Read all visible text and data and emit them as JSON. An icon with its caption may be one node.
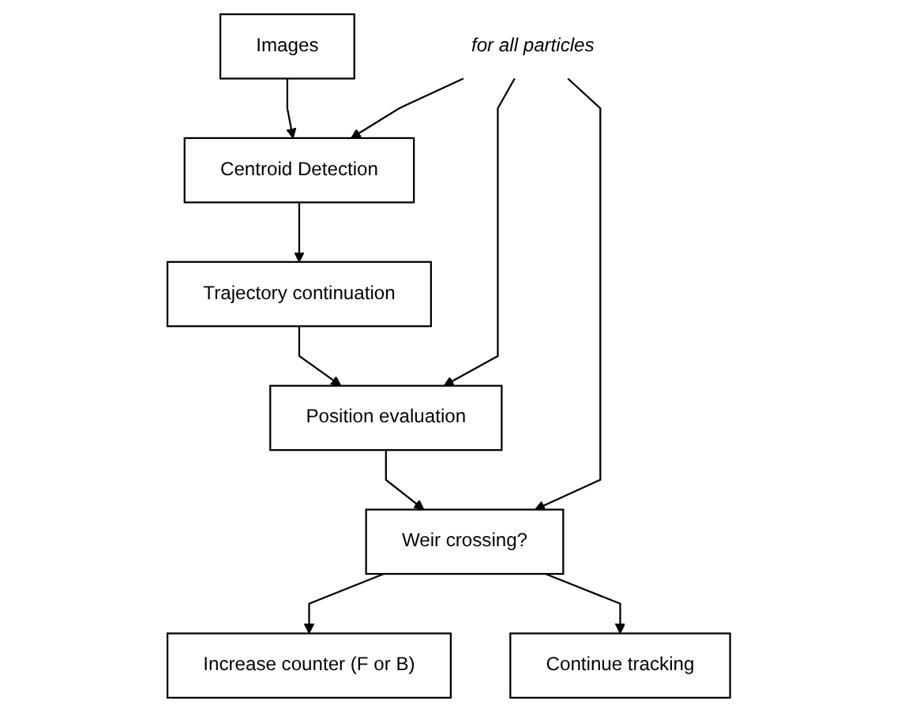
{
  "diagram": {
    "nodes": [
      {
        "text": [
          "Images"
        ]
      },
      {
        "text": [
          "Centroid Detection"
        ]
      },
      {
        "text": [
          "Trajectory continuation"
        ]
      },
      {
        "text": [
          "Position evaluation"
        ]
      },
      {
        "text": [
          "Weir crossing?"
        ]
      },
      {
        "text": [
          "Increase counter (F or B)"
        ]
      },
      {
        "text": [
          "Continue tracking"
        ]
      },
      {
        "text": [
          "for all particles"
        ]
      }
    ],
    "edges": [
      {
        "from": 0,
        "to": 1,
        "arrow": "to"
      },
      {
        "from": 1,
        "to": 2,
        "arrow": "to"
      },
      {
        "from": 2,
        "to": 3,
        "arrow": "to"
      },
      {
        "from": 3,
        "to": 4,
        "arrow": "to"
      },
      {
        "from": 4,
        "to": 5,
        "arrow": "to"
      },
      {
        "from": 4,
        "to": 6,
        "arrow": "to"
      },
      {
        "from": 7,
        "to": 1,
        "arrow": "to"
      },
      {
        "from": 7,
        "to": 3,
        "arrow": "to"
      },
      {
        "from": 7,
        "to": 4,
        "arrow": "to"
      }
    ]
  }
}
